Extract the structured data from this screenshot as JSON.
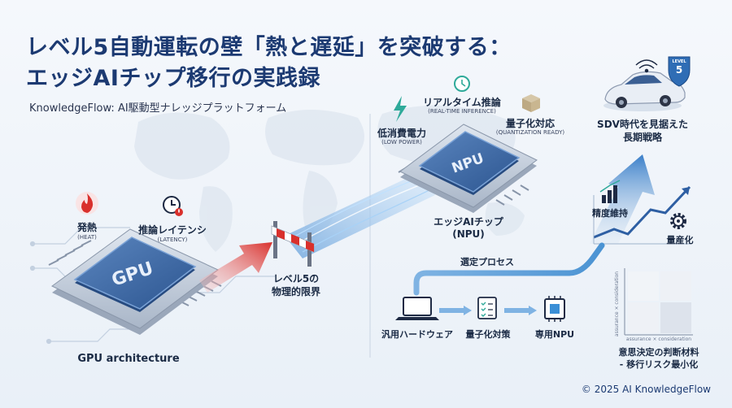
{
  "title_line1": "レベル5自動運転の壁「熱と遅延」を突破する：",
  "title_line2": "エッジAIチップ移行の実践録",
  "subtitle": "KnowledgeFlow: AI駆動型ナレッジプラットフォーム",
  "gpu": {
    "chip_text": "GPU",
    "caption": "GPU architecture",
    "heat_label": "発熱",
    "heat_sub": "(HEAT)",
    "latency_label": "推論レイテンシ",
    "latency_sub": "(LATENCY)"
  },
  "barrier": {
    "line1": "レベル5の",
    "line2": "物理的限界"
  },
  "npu": {
    "chip_text": "NPU",
    "caption_line1": "エッジAIチップ",
    "caption_line2": "(NPU)",
    "low_power_label": "低消費電力",
    "low_power_sub": "(LOW POWER)",
    "realtime_label": "リアルタイム推論",
    "realtime_sub": "(REAL-TIME INFERENCE)",
    "quant_label": "量子化対応",
    "quant_sub": "(QUANTIZATION READY)"
  },
  "process": {
    "label": "選定プロセス",
    "steps": [
      "汎用ハードウェア",
      "量子化対策",
      "専用NPU"
    ]
  },
  "car": {
    "badge_line1": "LEVEL",
    "badge_line2": "5",
    "caption_line1": "SDV時代を見据えた",
    "caption_line2": "長期戦略"
  },
  "growth": {
    "accuracy_label": "精度維持",
    "mass_label": "量産化"
  },
  "matrix": {
    "y_axis": "assurance × consideration",
    "x_axis": "assurance × consideration",
    "caption_line1": "意思決定の判断材料",
    "caption_line2": "- 移行リスク最小化"
  },
  "footer": "© 2025 AI KnowledgeFlow",
  "colors": {
    "title": "#1c3a72",
    "chip_blue": "#3f6eaa",
    "accent_blue": "#3b8fd6",
    "red": "#d9302c",
    "pale_blue": "#cfe0f1"
  },
  "icons": [
    "flame-icon",
    "clock-alert-icon",
    "bolt-icon",
    "stopwatch-icon",
    "cube-icon",
    "laptop-icon",
    "checklist-icon",
    "chip-icon",
    "bar-chart-icon",
    "gear-icon",
    "wifi-icon",
    "shield-badge-icon",
    "car-icon"
  ]
}
